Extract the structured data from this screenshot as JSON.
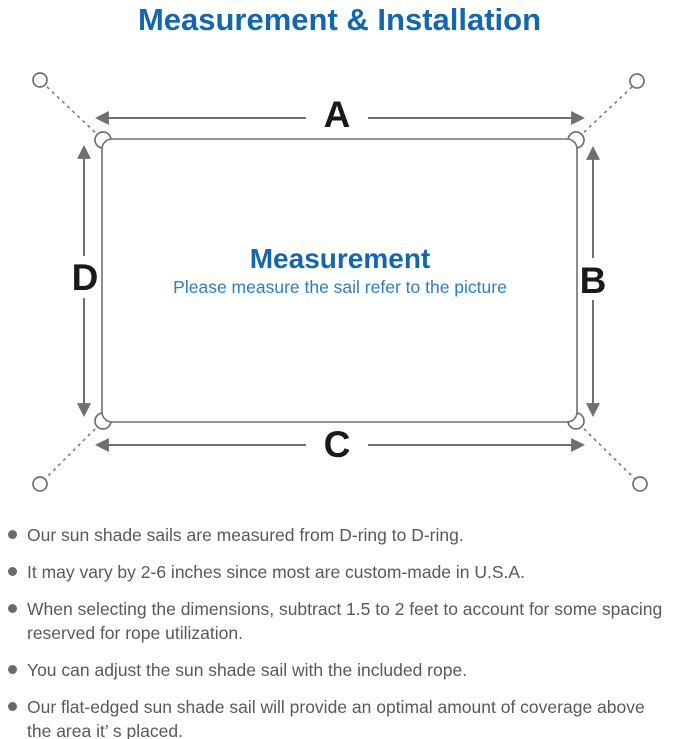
{
  "title": "Measurement & Installation",
  "diagram": {
    "dimension_labels": {
      "top": "A",
      "right": "B",
      "bottom": "C",
      "left": "D"
    },
    "center": {
      "title": "Measurement",
      "subtitle": "Please measure the sail refer to the picture"
    },
    "colors": {
      "heading_blue": "#1467ad",
      "subtitle_blue": "#2e7ec0",
      "line_gray": "#707070",
      "label_color": "#1a1a1a"
    }
  },
  "notes": {
    "text_color": "#58595b",
    "bullet_color": "#6a6a6a",
    "items": [
      {
        "lines": [
          "Our sun shade sails are measured from D-ring to D-ring."
        ]
      },
      {
        "lines": [
          "It may vary by 2-6 inches since most are custom-made in U.S.A."
        ]
      },
      {
        "lines": [
          "When selecting the dimensions, subtract 1.5 to 2 feet to account for some spacing",
          "reserved for rope utilization."
        ]
      },
      {
        "lines": [
          "You can adjust the sun shade sail with the included rope."
        ]
      },
      {
        "lines": [
          "Our flat-edged sun shade sail will provide an optimal amount of coverage above",
          "the area it’ s placed."
        ]
      }
    ]
  }
}
